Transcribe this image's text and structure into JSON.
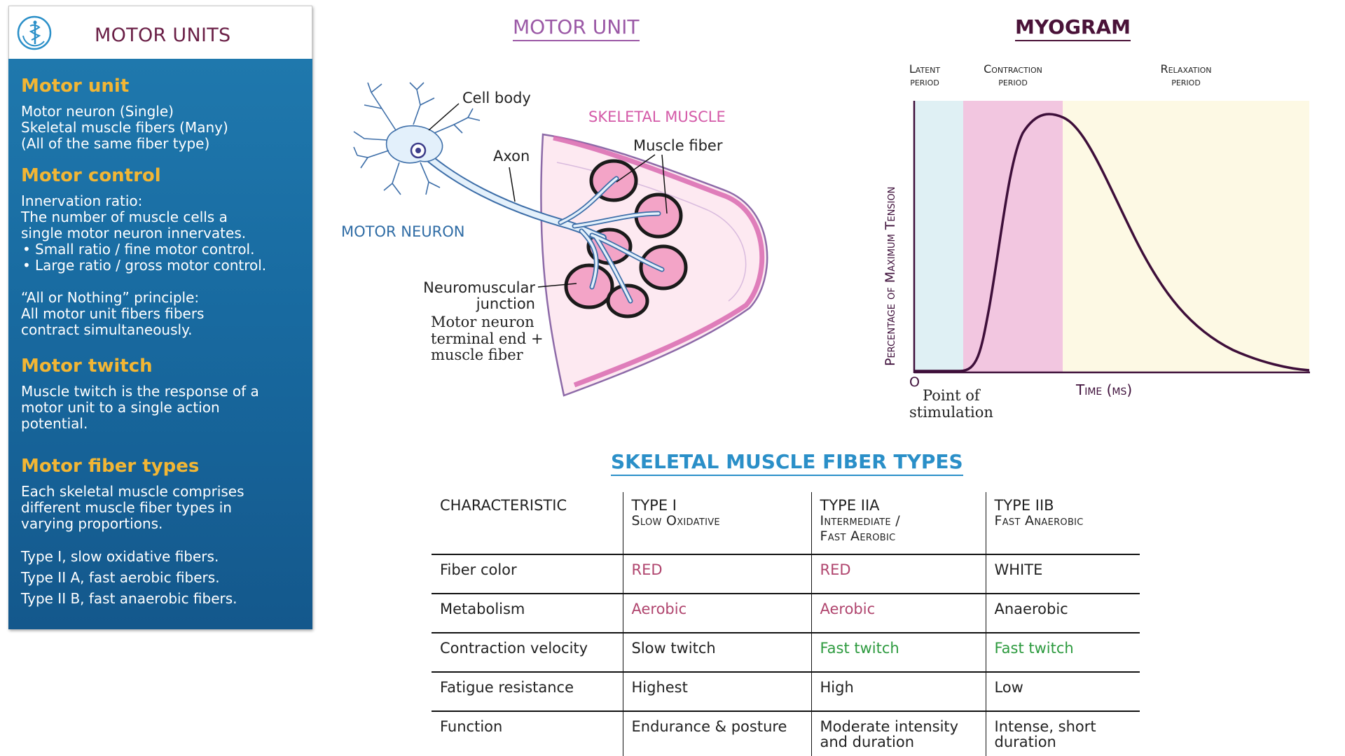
{
  "panel": {
    "title": "MOTOR UNITS",
    "logo_icon": "caduceus-icon",
    "sections": [
      {
        "title": "Motor unit",
        "lines": [
          "Motor neuron (Single)",
          "Skeletal muscle fibers (Many)",
          "(All of the same fiber type)"
        ]
      },
      {
        "title": "Motor control",
        "lines": [
          "Innervation ratio:",
          "The number of muscle cells a",
          "single motor neuron innervates."
        ],
        "bullets": [
          "Small ratio / fine motor control.",
          "Large ratio / gross motor control."
        ],
        "principle_lines": [
          "“All or Nothing” principle:",
          "All motor unit fibers fibers",
          "contract simultaneously."
        ]
      },
      {
        "title": "Motor twitch",
        "lines": [
          "Muscle twitch is the response of a",
          "motor unit to a single action",
          "potential."
        ]
      },
      {
        "title": "Motor fiber types",
        "lines": [
          "Each skeletal muscle comprises",
          "different muscle fiber types in",
          "varying proportions."
        ],
        "types": [
          "Type I, slow oxidative fibers.",
          "Type II A, fast aerobic fibers.",
          "Type II B, fast anaerobic fibers."
        ]
      }
    ]
  },
  "motor_unit": {
    "title": "MOTOR UNIT",
    "labels": {
      "cell_body": "Cell body",
      "axon": "Axon",
      "motor_neuron": "MOTOR NEURON",
      "skeletal_muscle": "SKELETAL MUSCLE",
      "muscle_fiber": "Muscle fiber",
      "nmj_line1": "Neuromuscular",
      "nmj_line2": "junction",
      "nmj_note1": "Motor neuron",
      "nmj_note2": "terminal end +",
      "nmj_note3": "muscle fiber"
    }
  },
  "myogram": {
    "title": "MYOGRAM",
    "periods": {
      "latent1": "Latent",
      "latent2": "period",
      "contraction1": "Contraction",
      "contraction2": "period",
      "relaxation1": "Relaxation",
      "relaxation2": "period"
    },
    "ylabel": "Percentage of Maximum Tension",
    "xlabel": "Time (ms)",
    "origin": "O",
    "stim1": "Point of",
    "stim2": "stimulation",
    "colors": {
      "latent": "#dff0f4",
      "contraction": "#f2c6e0",
      "relaxation": "#fdf9e4",
      "curve": "#3e0f3a"
    }
  },
  "fiber_table": {
    "title": "SKELETAL MUSCLE FIBER TYPES",
    "headers": [
      {
        "main": "CHARACTERISTIC",
        "sub1": "",
        "sub2": ""
      },
      {
        "main": "TYPE I",
        "sub1": "Slow Oxidative",
        "sub2": ""
      },
      {
        "main": "TYPE IIA",
        "sub1": "Intermediate /",
        "sub2": "Fast Aerobic"
      },
      {
        "main": "TYPE IIB",
        "sub1": "Fast Anaerobic",
        "sub2": ""
      }
    ],
    "rows": [
      {
        "label": "Fiber color",
        "t1": "RED",
        "t2a": "RED",
        "t2b": "WHITE"
      },
      {
        "label": "Metabolism",
        "t1": "Aerobic",
        "t2a": "Aerobic",
        "t2b": "Anaerobic"
      },
      {
        "label": "Contraction velocity",
        "t1": "Slow twitch",
        "t2a": "Fast twitch",
        "t2b": "Fast twitch"
      },
      {
        "label": "Fatigue resistance",
        "t1": "Highest",
        "t2a": "High",
        "t2b": "Low"
      },
      {
        "label": "Function",
        "t1": "Endurance & posture",
        "t2a": "Moderate intensity and duration",
        "t2b": "Intense, short duration"
      }
    ],
    "colors": {
      "red_text": "#b0456e",
      "green_text": "#2c9a3e"
    }
  }
}
